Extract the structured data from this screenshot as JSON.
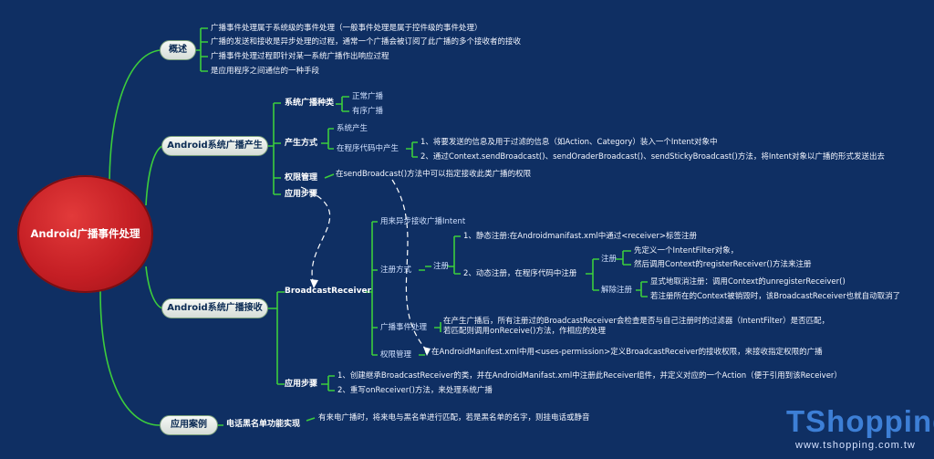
{
  "root": "Android广播事件处理",
  "overview": {
    "label": "概述",
    "items": [
      "广播事件处理属于系统级的事件处理（一般事件处理是属于控件级的事件处理）",
      "广播的发送和接收是异步处理的过程，通常一个广播会被订阅了此广播的多个接收者的接收",
      "广播事件处理过程即针对某一系统广播作出响应过程",
      "是应用程序之间通信的一种手段"
    ]
  },
  "system": {
    "label": "Android系统广播产生",
    "types_label": "系统广播种类",
    "types": [
      "正常广播",
      "有序广播"
    ],
    "produce_label": "产生方式",
    "produce": [
      "系统产生",
      "在程序代码中产生"
    ],
    "code_steps": [
      "1、将要发送的信息及用于过滤的信息（如Action、Category）装入一个Intent对象中",
      "2、通过Context.sendBroadcast()、sendOraderBroadcast()、sendStickyBroadcast()方法，将Intent对象以广播的形式发送出去"
    ],
    "perm_label": "权限管理",
    "perm_text": "在sendBroadcast()方法中可以指定接收此类广播的权限",
    "steps_label": "应用步骤"
  },
  "receiver": {
    "label": "Android系统广播接收",
    "br_label": "BroadcastReceiver",
    "use_intent": "用来异步接收广播Intent",
    "reg_label": "注册方式",
    "reg_sub": "注册",
    "static_reg": "1、静态注册:在Androidmanifast.xml中通过<receiver>标签注册",
    "dynamic_reg": "2、动态注册，在程序代码中注册",
    "reg2": "注册",
    "reg2_items": [
      "先定义一个IntentFilter对象，",
      "然后调用Context的registerReceiver()方法来注册"
    ],
    "unreg": "解除注册",
    "unreg_items": [
      "显式地取消注册：调用Context的unregisterReceiver()",
      "若注册所在的Context被销毁时，该BroadcastReceiver也就自动取消了"
    ],
    "handle_label": "广播事件处理",
    "handle_text": [
      "在产生广播后，所有注册过的BroadcastReceiver会检查是否与自己注册时的过滤器（IntentFilter）是否匹配，",
      "若匹配则调用onReceive()方法，作相应的处理"
    ],
    "perm_label": "权限管理",
    "perm_text": "在AndroidManifest.xml中用<uses-permission>定义BroadcastReceiver的接收权限，来接收指定权限的广播",
    "steps_label": "应用步骤",
    "steps": [
      "1、创建继承BroadcastReceiver的类，并在AndroidManifast.xml中注册此Receiver组件，并定义对应的一个Action（便于引用到该Receiver）",
      "2、重写onReceiver()方法，来处理系统广播"
    ]
  },
  "cases": {
    "label": "应用案例",
    "sub": "电话黑名单功能实现",
    "text": "有来电广播时，将来电与黑名单进行匹配，若是黑名单的名字，则挂电话或静音"
  },
  "logo": {
    "brand": "TShopping",
    "url": "www.tshopping.com.tw"
  },
  "colors": {
    "background": "#0f2f63",
    "branch": "#39c23a",
    "root": "#c41e24"
  }
}
